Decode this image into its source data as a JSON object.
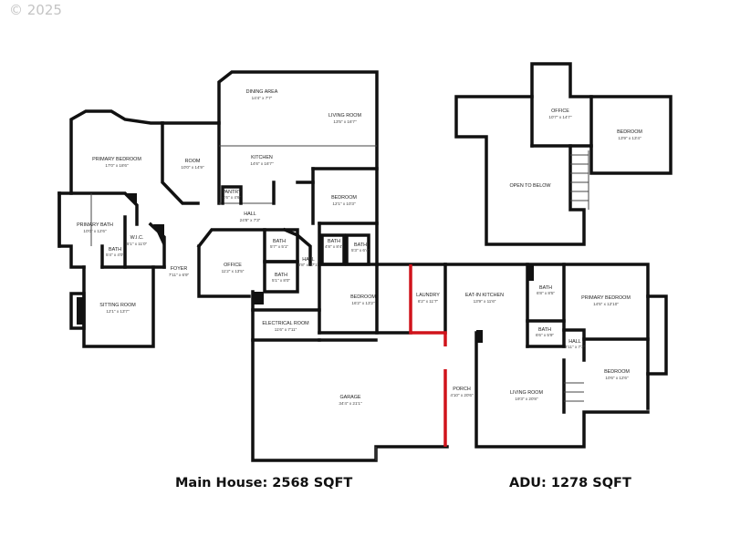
{
  "watermark": "© 2025",
  "summaries": {
    "main": "Main House: 2568 SQFT",
    "adu": "ADU: 1278 SQFT"
  },
  "colors": {
    "walls": "#111111",
    "adu_divider": "#d0131b",
    "watermark": "#c4c4c4"
  },
  "rooms": [
    {
      "id": "dining-area",
      "name": "DINING AREA",
      "dim": "14'4\" x 7'7\""
    },
    {
      "id": "living-room-main",
      "name": "LIVING ROOM",
      "dim": "13'5\" x 16'7\""
    },
    {
      "id": "primary-bedroom-main",
      "name": "PRIMARY BEDROOM",
      "dim": "17'0\" x 18'6\""
    },
    {
      "id": "room",
      "name": "ROOM",
      "dim": "10'0\" x 14'9\""
    },
    {
      "id": "kitchen",
      "name": "KITCHEN",
      "dim": "14'6\" x 16'7\""
    },
    {
      "id": "pantry",
      "name": "PANTRY",
      "dim": "4'6\" x 4'6\""
    },
    {
      "id": "hall-main",
      "name": "HALL",
      "dim": "24'8\" x 7'3\""
    },
    {
      "id": "bedroom-main-1",
      "name": "BEDROOM",
      "dim": "12'1\" x 10'3\""
    },
    {
      "id": "primary-bath",
      "name": "PRIMARY BATH",
      "dim": "10'0\" x 12'6\""
    },
    {
      "id": "wic",
      "name": "W.I.C.",
      "dim": "5'1\" x 11'0\""
    },
    {
      "id": "bath-small",
      "name": "BATH",
      "dim": "5'4\" x 4'0\""
    },
    {
      "id": "bath-a",
      "name": "BATH",
      "dim": "5'7\" x 5'1\""
    },
    {
      "id": "bath-b",
      "name": "BATH",
      "dim": "4'8\" x 8'4\""
    },
    {
      "id": "bath-c",
      "name": "BATH",
      "dim": "5'3\" x 6'4\""
    },
    {
      "id": "hall-small",
      "name": "HALL",
      "dim": "3'8\" x 17'1\""
    },
    {
      "id": "office-main",
      "name": "OFFICE",
      "dim": "11'2\" x 13'5\""
    },
    {
      "id": "bath-d",
      "name": "BATH",
      "dim": "5'1\" x 8'0\""
    },
    {
      "id": "foyer",
      "name": "FOYER",
      "dim": "7'11\" x 6'9\""
    },
    {
      "id": "sitting-room",
      "name": "SITTING ROOM",
      "dim": "12'1\" x 13'7\""
    },
    {
      "id": "electrical-room",
      "name": "ELECTRICAL ROOM",
      "dim": "11'6\" x 7'11\""
    },
    {
      "id": "bedroom-main-2",
      "name": "BEDROOM",
      "dim": "16'2\" x 13'2\""
    },
    {
      "id": "garage",
      "name": "GARAGE",
      "dim": "34'4\" x 21'1\""
    },
    {
      "id": "laundry",
      "name": "LAUNDRY",
      "dim": "6'2\" x 11'7\""
    },
    {
      "id": "eat-in-kitchen",
      "name": "EAT-IN KITCHEN",
      "dim": "13'9\" x 11'6\""
    },
    {
      "id": "bath-adu-1",
      "name": "BATH",
      "dim": "6'8\" x 8'5\""
    },
    {
      "id": "primary-bedroom-adu",
      "name": "PRIMARY BEDROOM",
      "dim": "14'5\" x 12'10\""
    },
    {
      "id": "bath-adu-2",
      "name": "BATH",
      "dim": "6'6\" x 5'9\""
    },
    {
      "id": "hall-adu",
      "name": "HALL",
      "dim": "3'11\" x 7'3\""
    },
    {
      "id": "porch",
      "name": "PORCH",
      "dim": "4'10\" x 20'6\""
    },
    {
      "id": "living-room-adu",
      "name": "LIVING ROOM",
      "dim": "19'3\" x 20'8\""
    },
    {
      "id": "bedroom-adu",
      "name": "BEDROOM",
      "dim": "10'6\" x 12'6\""
    },
    {
      "id": "office-upper",
      "name": "OFFICE",
      "dim": "10'7\" x 14'7\""
    },
    {
      "id": "bedroom-upper",
      "name": "BEDROOM",
      "dim": "13'9\" x 13'4\""
    },
    {
      "id": "open-to-below",
      "name": "OPEN TO BELOW",
      "dim": ""
    }
  ]
}
